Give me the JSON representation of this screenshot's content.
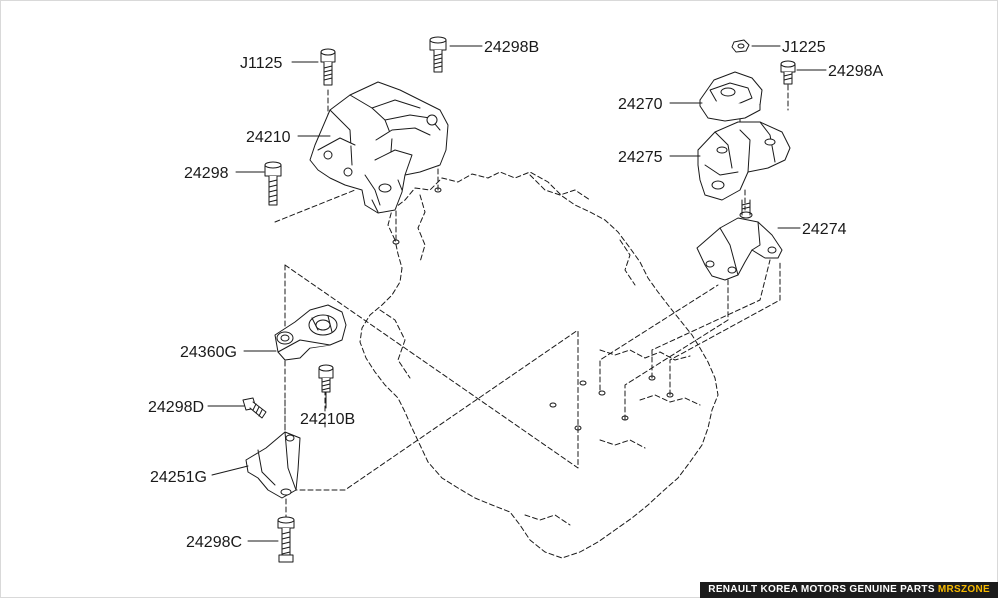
{
  "labels": {
    "j1125": "J1125",
    "p24298b": "24298B",
    "p24210": "24210",
    "p24298": "24298",
    "j1225": "J1225",
    "p24298a": "24298A",
    "p24270": "24270",
    "p24275": "24275",
    "p24274": "24274",
    "p24360g": "24360G",
    "p24210b": "24210B",
    "p24298d": "24298D",
    "p24251g": "24251G",
    "p24298c": "24298C"
  },
  "footer": {
    "text": "RENAULT KOREA MOTORS GENUINE PARTS ",
    "brand": "MRSZONE"
  },
  "colors": {
    "line": "#1a1a1a",
    "footer_bg": "#1c1c1c",
    "brand": "#f5b800"
  }
}
